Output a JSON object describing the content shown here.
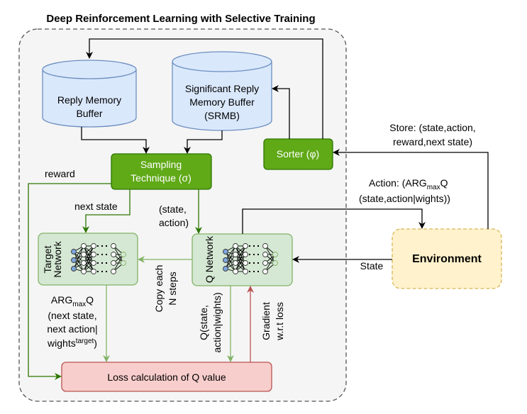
{
  "title": "Deep Reinforcement Learning with Selective Training",
  "nodes": {
    "reply_memory": [
      "Reply Memory",
      "Buffer"
    ],
    "srmb": [
      "Significant Reply",
      "Memory Buffer",
      "(SRMB)"
    ],
    "sorter": "Sorter (φ)",
    "sampling": [
      "Sampling",
      "Technique (σ)"
    ],
    "environment": "Environment",
    "target_network": [
      "Target",
      "Network"
    ],
    "q_network": "Q Network",
    "loss": "Loss calculation of Q value"
  },
  "edge_labels": {
    "store": [
      "Store: (state,action,",
      "reward,next state)"
    ],
    "action": {
      "prefix": "Action: (ARG",
      "sub": "max",
      "suffix": "Q",
      "line2": "(state,action|wights))"
    },
    "state": "State",
    "reward": "reward",
    "next_state": "next state",
    "state_action": [
      "(state,",
      "action)"
    ],
    "copy_each": [
      "Copy each",
      "N steps"
    ],
    "target_q": {
      "prefix": "ARG",
      "sub": "max",
      "suffix": "Q",
      "line2": "(next state,",
      "line3": "next action|",
      "line4_prefix": "wights",
      "line4_sup": "target",
      "line4_suffix": ")"
    },
    "q_value": [
      "Q(state,",
      "action|wights)"
    ],
    "gradient": [
      "Gradient",
      "w.r.t loss"
    ]
  },
  "colors": {
    "cylinder_fill": "#dae8fc",
    "cylinder_stroke": "#6c8ebf",
    "green_fill": "#60a917",
    "green_stroke": "#2d7600",
    "network_fill": "#d5e8d4",
    "network_stroke": "#82b366",
    "env_fill": "#fff2cc",
    "env_stroke": "#d6b656",
    "loss_fill": "#f8cecc",
    "loss_stroke": "#b85450",
    "arrow_green": "#82b366",
    "arrow_red": "#b85450",
    "input_node": "#7ea6e0",
    "output_node": "#d5e8d4"
  }
}
